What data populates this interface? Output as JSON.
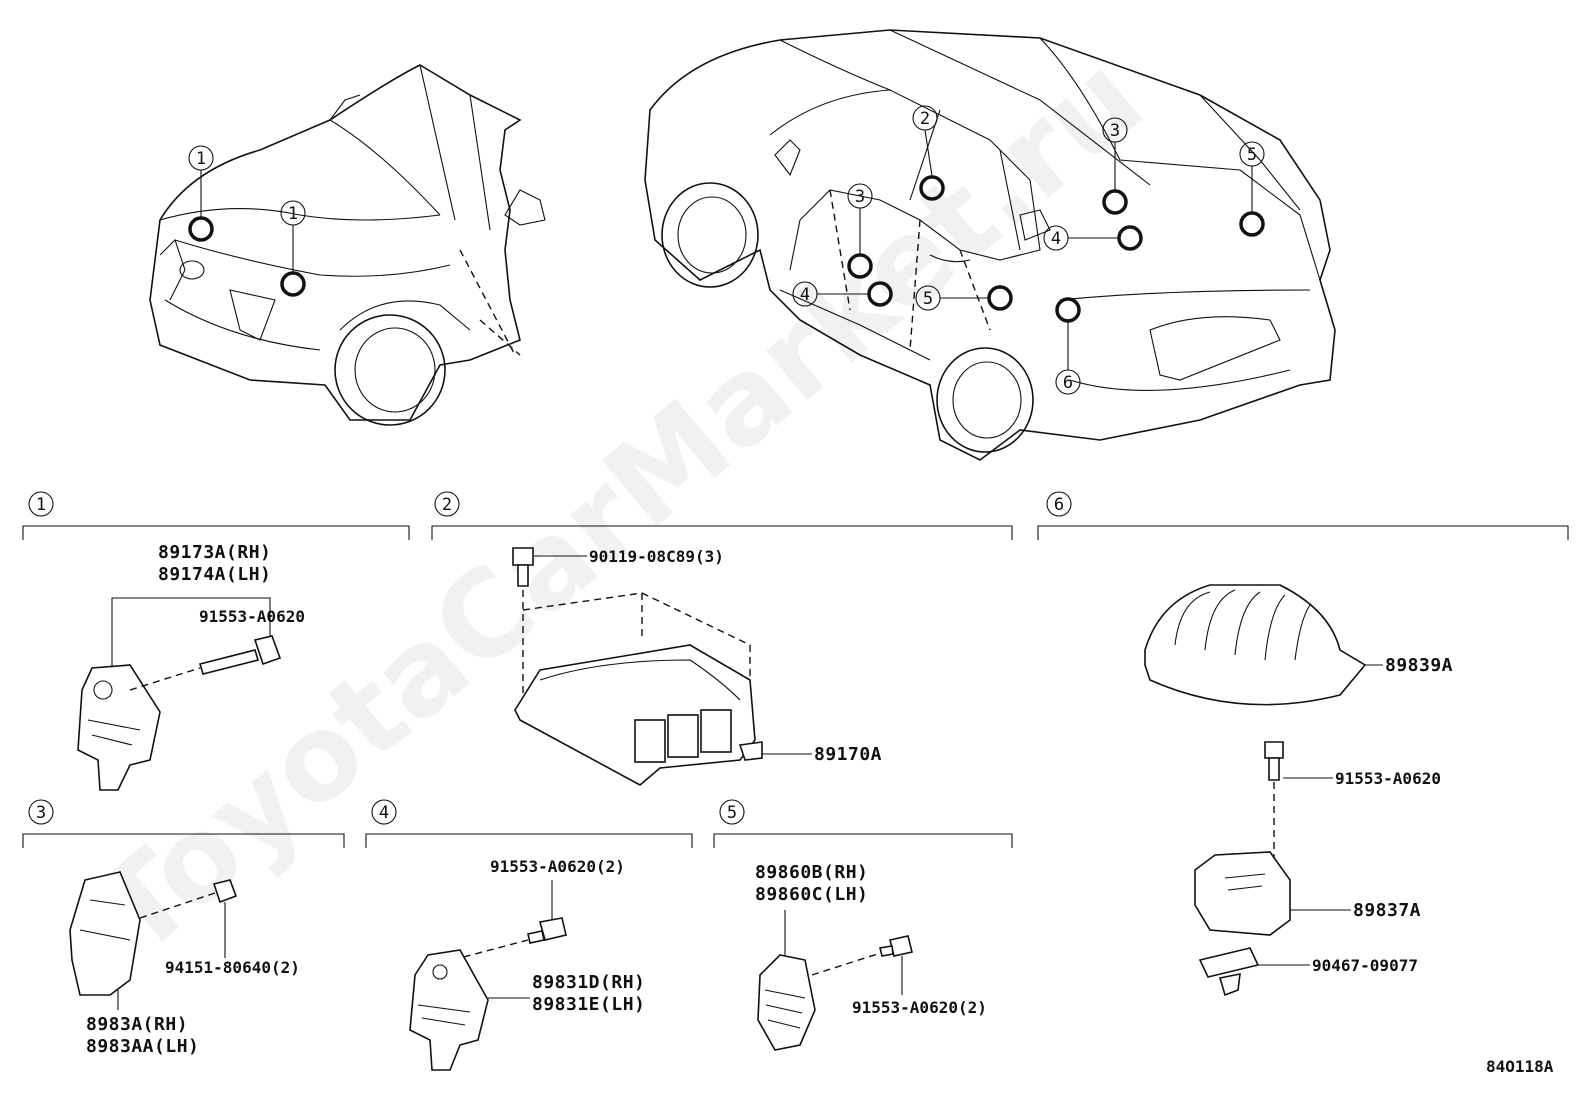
{
  "watermark": "ToyotaCarMarket.ru",
  "diagram_code": "84O118A",
  "callouts": [
    "1",
    "2",
    "3",
    "4",
    "5",
    "6"
  ],
  "sections": {
    "s1": {
      "number": "1",
      "sensor_rh": "89173A(RH)",
      "sensor_lh": "89174A(LH)",
      "bolt": "91553-A0620"
    },
    "s2": {
      "number": "2",
      "bolt": "90119-08C89(3)",
      "ecu": "89170A"
    },
    "s3": {
      "number": "3",
      "nut": "94151-80640(2)",
      "sensor_rh": "8983A(RH)",
      "sensor_lh": "8983AA(LH)"
    },
    "s4": {
      "number": "4",
      "bolt": "91553-A0620(2)",
      "sensor_rh": "89831D(RH)",
      "sensor_lh": "89831E(LH)"
    },
    "s5": {
      "number": "5",
      "sensor_rh": "89860B(RH)",
      "sensor_lh": "89860C(LH)",
      "bolt": "91553-A0620(2)"
    },
    "s6": {
      "number": "6",
      "cover": "89839A",
      "bolt": "91553-A0620",
      "sensor": "89837A",
      "bracket": "90467-09077"
    }
  }
}
